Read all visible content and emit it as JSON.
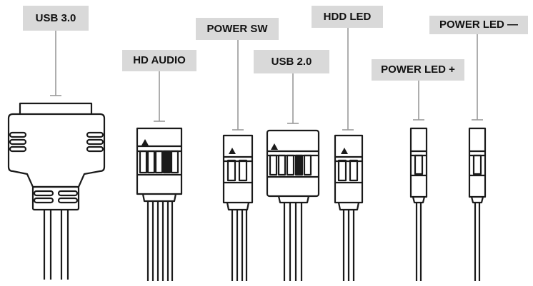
{
  "labels": {
    "usb3": "USB 3.0",
    "hd_audio": "HD AUDIO",
    "power_sw": "POWER SW",
    "usb2": "USB 2.0",
    "hdd_led": "HDD LED",
    "power_led_plus": "POWER LED +",
    "power_led_minus": "POWER LED —"
  },
  "colors": {
    "label_bg": "#d9d9d9",
    "leader": "#9a9a9a",
    "outline": "#1a1a1a"
  }
}
